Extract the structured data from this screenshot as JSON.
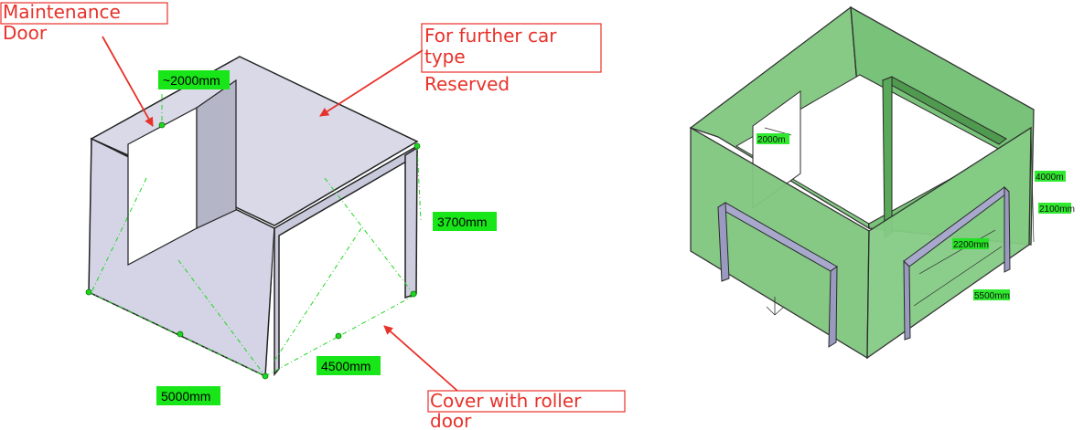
{
  "annotations": {
    "maintenance_door": [
      "Maintenance",
      "Door"
    ],
    "further_car_type": [
      "For further car",
      "type"
    ],
    "reserved": "Reserved",
    "cover_roller_door": [
      "Cover with roller",
      "door"
    ]
  },
  "left_dimensions": {
    "door_width": "~2000mm",
    "height": "3700mm",
    "depth": "4500mm",
    "width": "5000mm"
  },
  "right_dimensions": {
    "door_width": "2000m",
    "height": "4000m",
    "d1": "2100mm",
    "d2": "2200mm",
    "span": "5500mm"
  },
  "colors": {
    "annotation": "#e8312a",
    "dimension_fill": "#19e619",
    "panel_left": "#d6d6e6",
    "panel_right": "#7bc47b",
    "frame": "#a8a8cc"
  }
}
